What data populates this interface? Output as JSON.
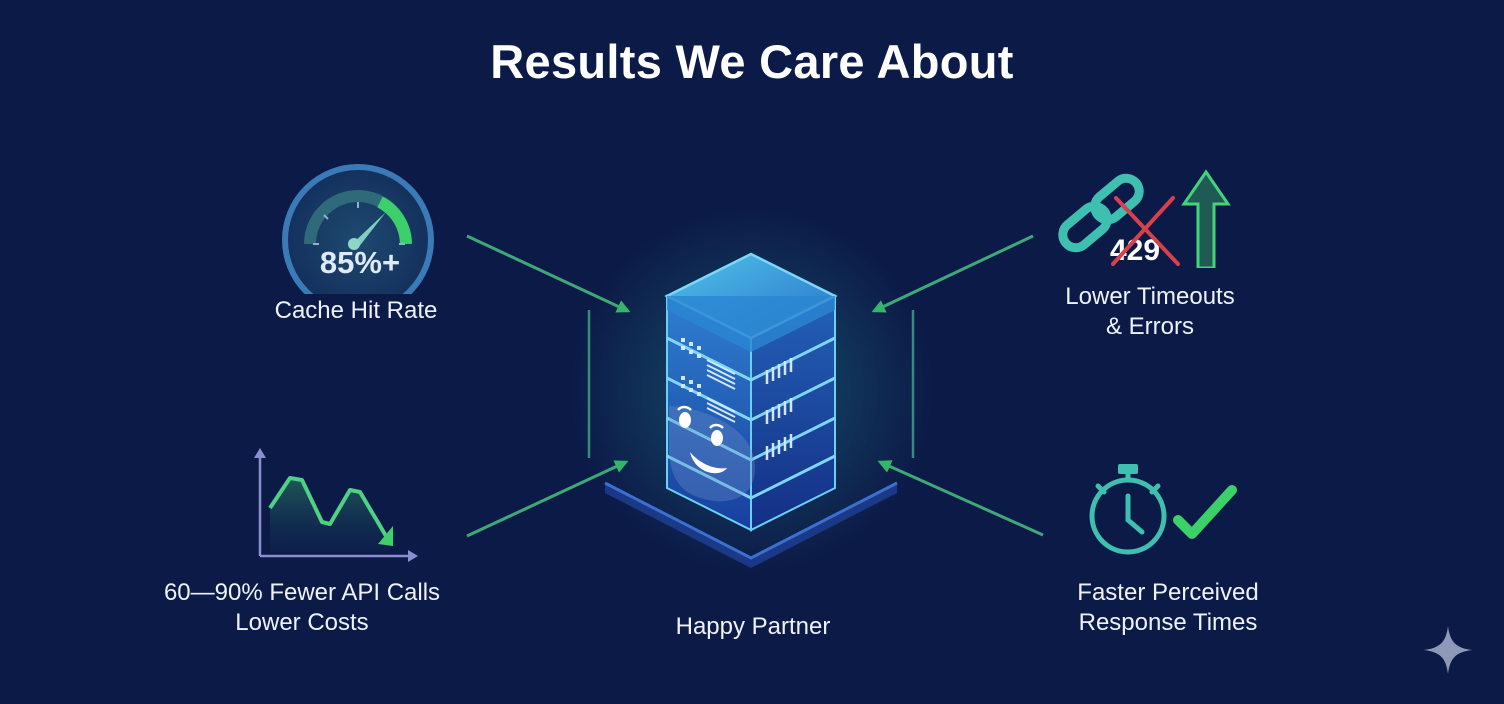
{
  "title": "Results We Care About",
  "center": {
    "label": "Happy Partner",
    "icon": "smiling-server-icon"
  },
  "results": [
    {
      "id": "cache",
      "label_line1": "Cache Hit Rate",
      "icon": "gauge-icon",
      "gauge_value": "85%+"
    },
    {
      "id": "errors",
      "label_line1": "Lower Timeouts",
      "label_line2": "& Errors",
      "icon": "broken-link-icon",
      "error_code": "429"
    },
    {
      "id": "api",
      "label_line1": "60—90% Fewer API Calls",
      "label_line2": "Lower Costs",
      "icon": "declining-chart-icon"
    },
    {
      "id": "speed",
      "label_line1": "Faster Perceived",
      "label_line2": "Response Times",
      "icon": "stopwatch-check-icon"
    }
  ],
  "colors": {
    "background": "#0c1a47",
    "accent_green": "#34c26a",
    "arrow_green": "#3fb37a",
    "server_blue": "#3a8fd6",
    "error_red": "#d8404a",
    "teal": "#3fbfb0"
  },
  "watermark": {
    "icon": "sparkle-icon"
  }
}
